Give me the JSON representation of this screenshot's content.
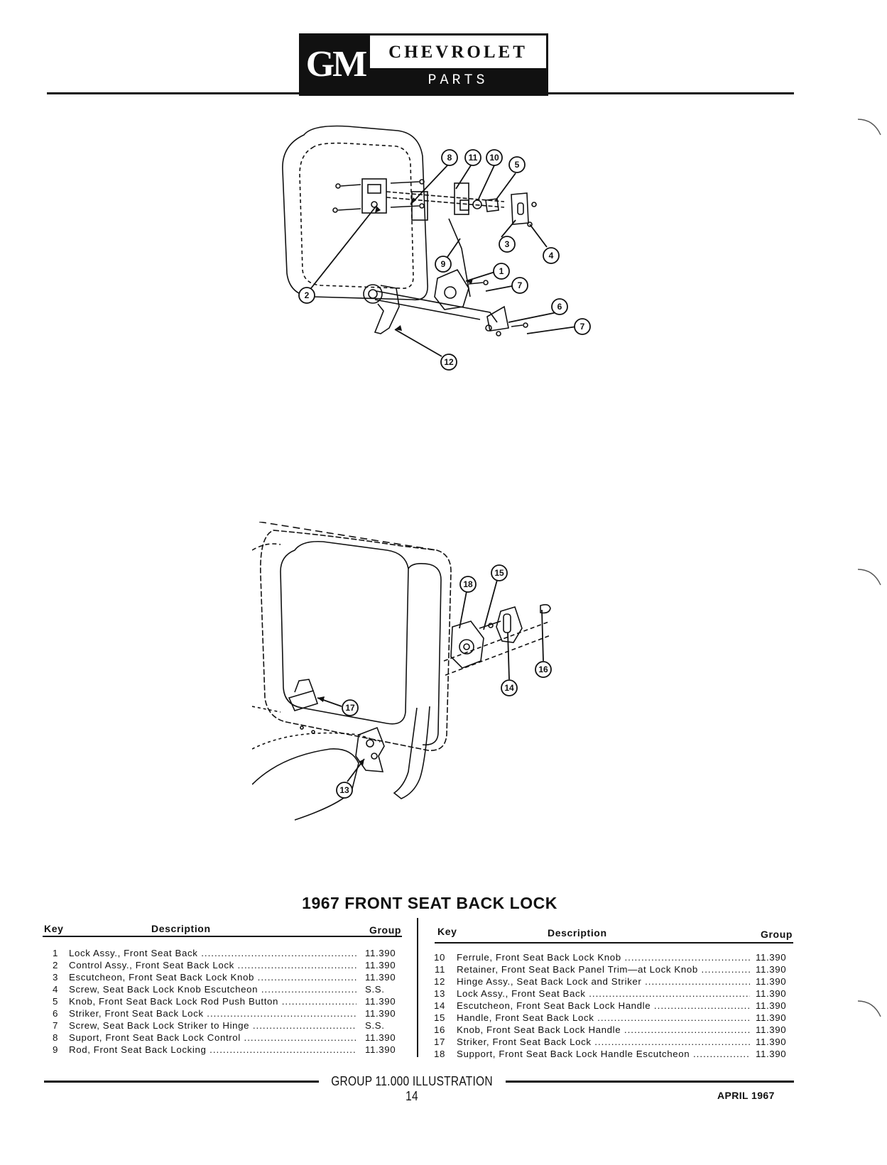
{
  "header": {
    "logo": "GM",
    "brand": "CHEVROLET",
    "subtitle": "PARTS CATALOGUE"
  },
  "figure_top": {
    "callouts": [
      "8",
      "11",
      "10",
      "5",
      "3",
      "4",
      "9",
      "1",
      "7",
      "2",
      "6",
      "7",
      "12"
    ]
  },
  "figure_bottom": {
    "callouts": [
      "18",
      "15",
      "16",
      "14",
      "17",
      "13"
    ]
  },
  "title": "1967 FRONT SEAT BACK LOCK",
  "table": {
    "headers": {
      "key": "Key",
      "description": "Description",
      "group": "Group"
    },
    "left": [
      {
        "key": "1",
        "description": "Lock Assy., Front Seat Back",
        "group": "11.390"
      },
      {
        "key": "2",
        "description": "Control Assy., Front Seat Back Lock",
        "group": "11.390"
      },
      {
        "key": "3",
        "description": "Escutcheon, Front Seat Back Lock Knob",
        "group": "11.390"
      },
      {
        "key": "4",
        "description": "Screw, Seat Back Lock Knob Escutcheon",
        "group": "S.S."
      },
      {
        "key": "5",
        "description": "Knob, Front Seat Back Lock Rod Push Button",
        "group": "11.390"
      },
      {
        "key": "6",
        "description": "Striker, Front Seat Back Lock",
        "group": "11.390"
      },
      {
        "key": "7",
        "description": "Screw, Seat Back Lock Striker to Hinge",
        "group": "S.S."
      },
      {
        "key": "8",
        "description": "Suport, Front Seat Back Lock Control",
        "group": "11.390"
      },
      {
        "key": "9",
        "description": "Rod, Front Seat Back Locking",
        "group": "11.390"
      }
    ],
    "right": [
      {
        "key": "10",
        "description": "Ferrule, Front Seat Back Lock Knob",
        "group": "11.390"
      },
      {
        "key": "11",
        "description": "Retainer, Front Seat Back Panel Trim—at Lock Knob",
        "group": "11.390"
      },
      {
        "key": "12",
        "description": "Hinge Assy., Seat Back Lock and Striker",
        "group": "11.390"
      },
      {
        "key": "13",
        "description": "Lock Assy., Front Seat Back",
        "group": "11.390"
      },
      {
        "key": "14",
        "description": "Escutcheon, Front Seat Back Lock Handle",
        "group": "11.390"
      },
      {
        "key": "15",
        "description": "Handle, Front Seat Back Lock",
        "group": "11.390"
      },
      {
        "key": "16",
        "description": "Knob, Front Seat Back Lock Handle",
        "group": "11.390"
      },
      {
        "key": "17",
        "description": "Striker, Front Seat Back Lock",
        "group": "11.390"
      },
      {
        "key": "18",
        "description": "Support, Front Seat Back Lock Handle Escutcheon",
        "group": "11.390"
      }
    ]
  },
  "footer": {
    "text": "GROUP 11.000 ILLUSTRATION 14",
    "date": "APRIL 1967"
  }
}
